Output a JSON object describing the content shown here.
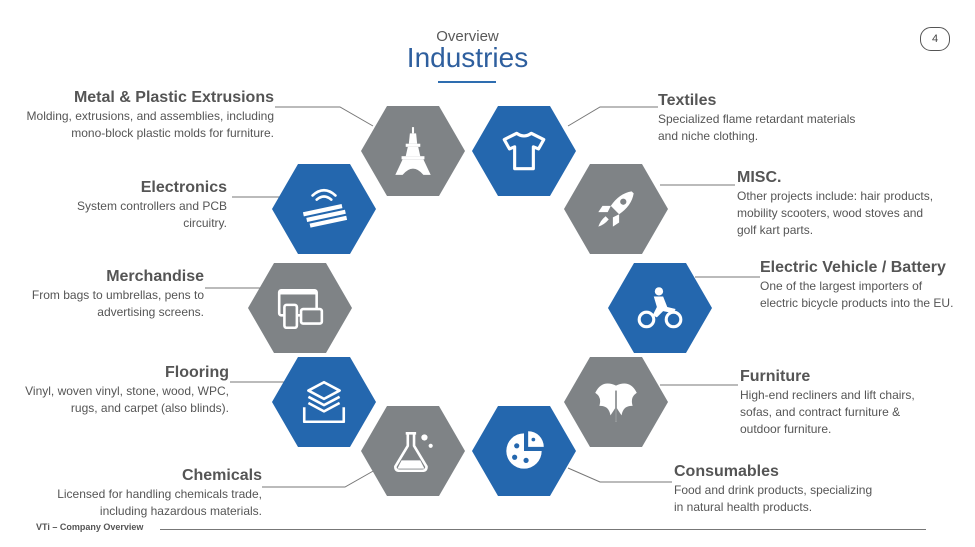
{
  "header": {
    "subtitle": "Overview",
    "title": "Industries",
    "page_number": "4"
  },
  "colors": {
    "blue": "#2467ae",
    "gray": "#7f8386",
    "title_blue": "#2e5f9e"
  },
  "industries": [
    {
      "title": "Metal & Plastic Extrusions",
      "desc": [
        "Molding, extrusions, and assemblies, including",
        "mono-block plastic molds for furniture."
      ],
      "icon": "eiffel-tower-icon"
    },
    {
      "title": "Electronics",
      "desc": [
        "System controllers and PCB",
        "circuitry."
      ],
      "icon": "wireless-keyboard-icon"
    },
    {
      "title": "Merchandise",
      "desc": [
        "From bags to umbrellas, pens to",
        "advertising screens."
      ],
      "icon": "devices-icon"
    },
    {
      "title": "Flooring",
      "desc": [
        "Vinyl, woven vinyl, stone, wood, WPC,",
        "rugs, and carpet (also blinds)."
      ],
      "icon": "layers-icon"
    },
    {
      "title": "Chemicals",
      "desc": [
        "Licensed for handling chemicals trade,",
        "including hazardous materials."
      ],
      "icon": "flask-icon"
    },
    {
      "title": "Textiles",
      "desc": [
        "Specialized flame retardant materials",
        "and niche clothing."
      ],
      "icon": "tshirt-icon"
    },
    {
      "title": "MISC.",
      "desc": [
        "Other projects include: hair products,",
        "mobility scooters, wood stoves and",
        "golf kart parts."
      ],
      "icon": "rocket-icon"
    },
    {
      "title": "Electric Vehicle / Battery",
      "desc": [
        "One of the largest importers of",
        "electric bicycle products into the EU."
      ],
      "icon": "motorbike-icon"
    },
    {
      "title": "Furniture",
      "desc": [
        "High-end recliners and lift chairs,",
        "sofas, and contract furniture &",
        "outdoor furniture."
      ],
      "icon": "leaf-icon"
    },
    {
      "title": "Consumables",
      "desc": [
        "Food and drink products, specializing",
        "in natural health products."
      ],
      "icon": "pizza-icon"
    }
  ],
  "footer": {
    "text": "VTi – Company Overview"
  }
}
